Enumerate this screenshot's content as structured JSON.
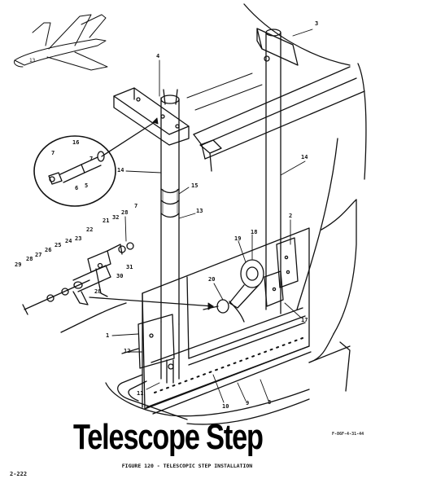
{
  "title": "Telescope Step",
  "caption": "FIGURE 120 - TELESCOPIC STEP INSTALLATION",
  "figure_code": "F-86F-4-31-44",
  "page_number": "2-222",
  "callouts": {
    "c1": "1",
    "c2": "2",
    "c3": "3",
    "c4": "4",
    "c5": "5",
    "c6": "6",
    "c7a": "7",
    "c7b": "7",
    "c8": "8",
    "c9": "9",
    "c10": "10",
    "c11": "11",
    "c12": "12",
    "c13": "13",
    "c14a": "14",
    "c14b": "14",
    "c15": "15",
    "c16": "16",
    "c17": "17",
    "c18": "18",
    "c19": "19",
    "c20": "20",
    "c21": "21",
    "c22": "22",
    "c23": "23",
    "c24": "24",
    "c25": "25",
    "c26": "26",
    "c27": "27",
    "c28a": "28",
    "c28b": "28",
    "c28c": "28",
    "c29": "29",
    "c30": "30",
    "c31": "31",
    "c32": "32"
  }
}
